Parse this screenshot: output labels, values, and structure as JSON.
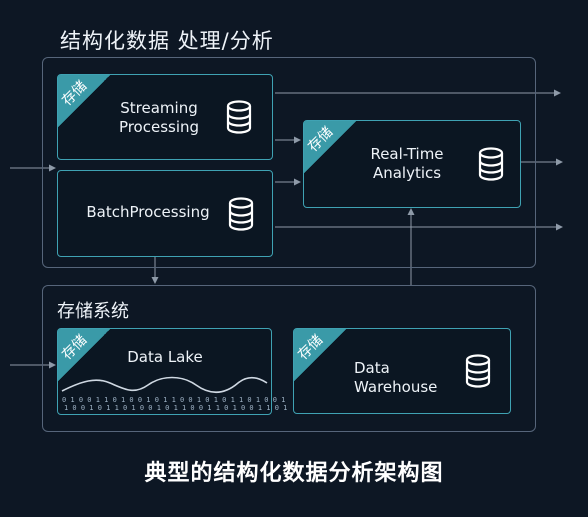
{
  "header": {
    "title": "结构化数据 处理/分析"
  },
  "processing": {
    "streaming": {
      "tag": "存储",
      "label_line1": "Streaming",
      "label_line2": "Processing",
      "icon": "database-icon"
    },
    "batch": {
      "label": "BatchProcessing",
      "icon": "database-icon"
    },
    "realtime": {
      "tag": "存储",
      "label_line1": "Real-Time",
      "label_line2": "Analytics",
      "icon": "database-icon"
    }
  },
  "storage": {
    "title": "存储系统",
    "lake": {
      "tag": "存储",
      "label": "Data Lake",
      "icon": "binary-wave-icon"
    },
    "warehouse": {
      "tag": "存储",
      "label_line1": "Data",
      "label_line2": "Warehouse",
      "icon": "database-icon"
    }
  },
  "footer": {
    "caption": "典型的结构化数据分析架构图"
  },
  "colors": {
    "background": "#0d1724",
    "accent": "#3a9aa8",
    "frame": "#56657a",
    "arrow": "#8e9aa8"
  }
}
